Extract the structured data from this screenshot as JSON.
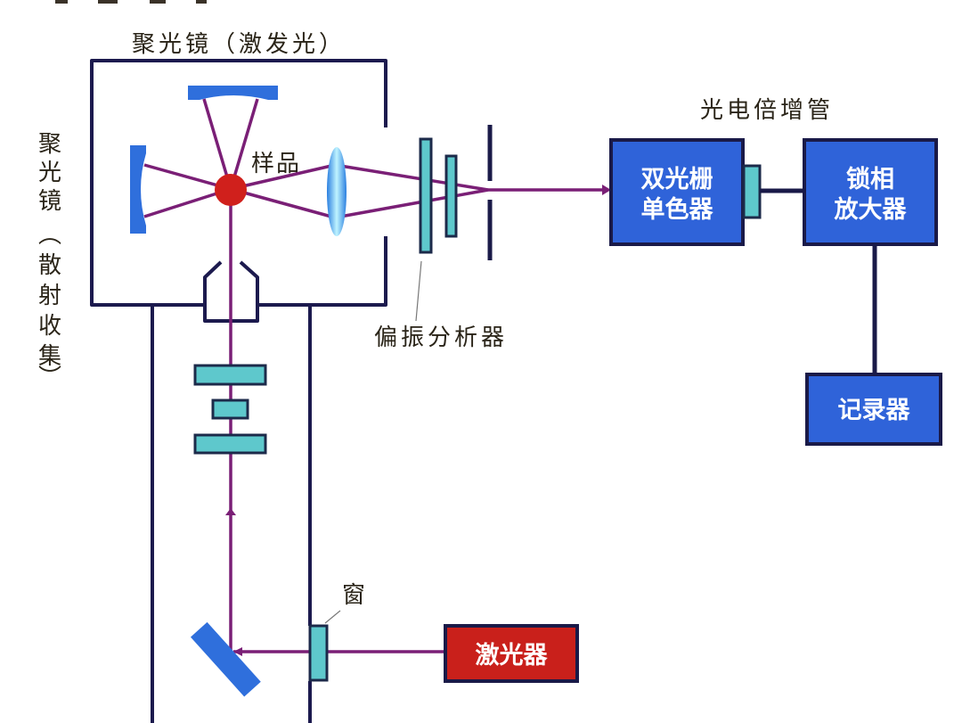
{
  "title_partial": "…",
  "labels": {
    "top_condenser": "聚光镜（激发光）",
    "side_condenser": [
      "聚",
      "光",
      "镜",
      "︵",
      "散",
      "射",
      "收",
      "集",
      "︶"
    ],
    "sample": "样品",
    "polarization_analyzer": "偏振分析器",
    "photomultiplier": "光电倍增管",
    "window": "窗"
  },
  "boxes": {
    "monochromator": [
      "双光栅",
      "单色器"
    ],
    "lockin_amplifier": [
      "锁相",
      "放大器"
    ],
    "recorder": "记录器",
    "laser": "激光器"
  },
  "colors": {
    "frame": "#1c1a4e",
    "beam": "#7a1f76",
    "sample": "#d0201c",
    "mirror": "#2f6fdc",
    "plate": "#5ec8cc",
    "instrument_box": "#2f63d9",
    "laser_box": "#c9201b"
  }
}
